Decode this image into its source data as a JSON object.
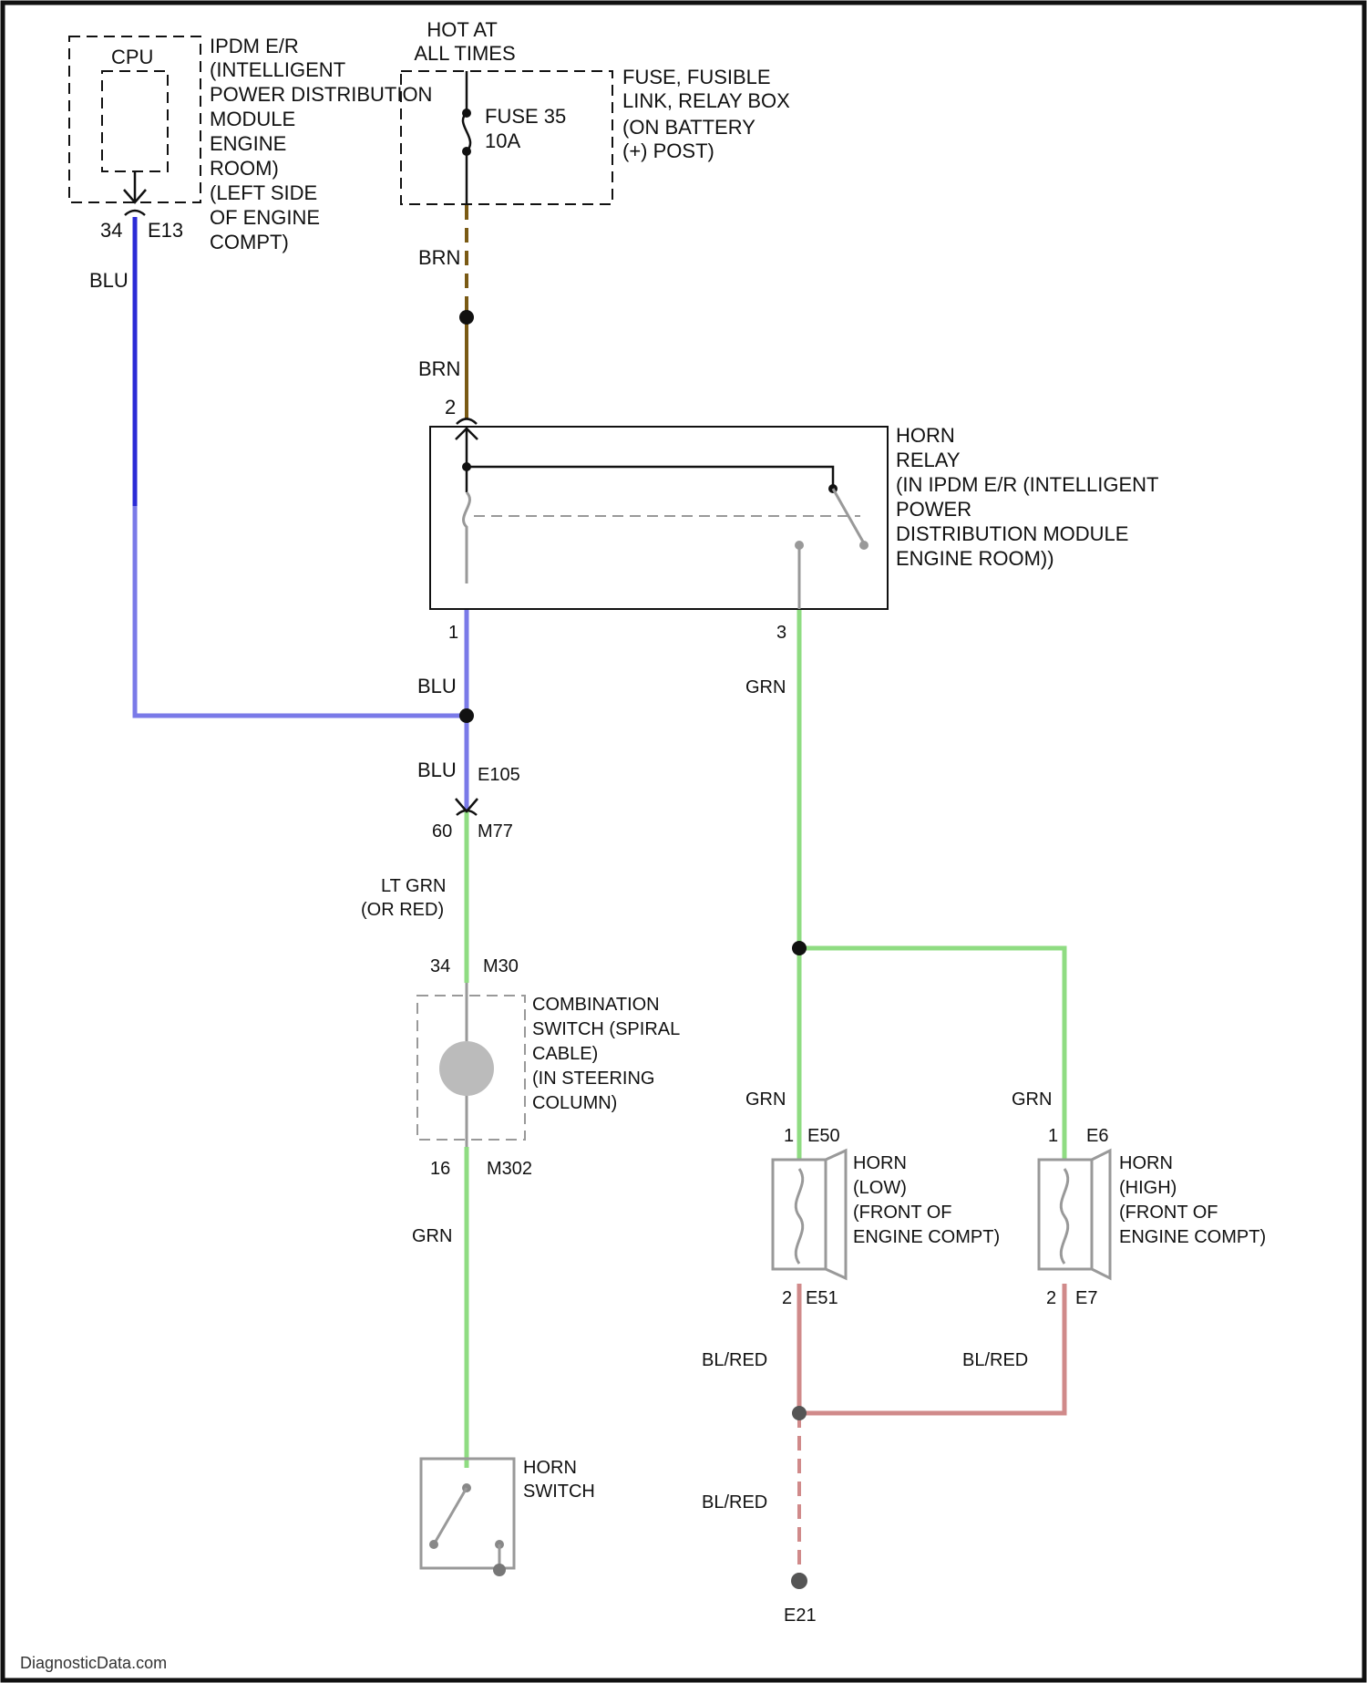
{
  "colors": {
    "blu": "#2b2bd6",
    "blu_light": "#7a7ae8",
    "brn": "#7a5a14",
    "grn": "#8fdc82",
    "red": "#d08a8a",
    "black": "#111111"
  },
  "ipdm": {
    "cpu_label": "CPU",
    "title_lines": [
      "IPDM E/R",
      "(INTELLIGENT",
      "POWER DISTRIBUTION",
      "MODULE",
      "ENGINE",
      "ROOM)",
      "(LEFT SIDE",
      "OF ENGINE",
      "COMPT)"
    ],
    "pin": "34",
    "connector": "E13"
  },
  "power": {
    "hot_lines": [
      "HOT AT",
      "ALL TIMES"
    ],
    "fuse_lines": [
      "FUSE 35",
      "10A"
    ],
    "box_lines": [
      "FUSE, FUSIBLE",
      "LINK, RELAY BOX",
      "(ON BATTERY",
      "(+) POST)"
    ]
  },
  "wires": {
    "blu_top": "BLU",
    "brn_1": "BRN",
    "brn_2": "BRN",
    "blu_mid": "BLU",
    "blu_low": "BLU",
    "grn_relay": "GRN",
    "lt_grn_lines": [
      "LT GRN",
      "(OR RED)"
    ],
    "grn_switch": "GRN",
    "grn_low": "GRN",
    "grn_high": "GRN",
    "bred_low": "BL/RED",
    "bred_high": "BL/RED",
    "bred_ground": "BL/RED"
  },
  "relay": {
    "pin_top": "2",
    "pin_left": "1",
    "pin_right": "3",
    "title_lines": [
      "HORN",
      "RELAY",
      "(IN IPDM E/R (INTELLIGENT",
      "POWER",
      "DISTRIBUTION MODULE",
      "ENGINE ROOM))"
    ]
  },
  "connectors": {
    "e105_pin": "",
    "e105": "E105",
    "m77_pin": "60",
    "m77": "M77",
    "m30_pin": "34",
    "m30": "M30",
    "m302_pin": "16",
    "m302": "M302"
  },
  "combination_switch": {
    "title_lines": [
      "COMBINATION",
      "SWITCH (SPIRAL",
      "CABLE)",
      "(IN STEERING",
      "COLUMN)"
    ]
  },
  "horn_low": {
    "pin_top": "1",
    "connector_top": "E50",
    "pin_bottom": "2",
    "connector_bottom": "E51",
    "title_lines": [
      "HORN",
      "(LOW)",
      "(FRONT OF",
      "ENGINE COMPT)"
    ]
  },
  "horn_high": {
    "pin_top": "1",
    "connector_top": "E6",
    "pin_bottom": "2",
    "connector_bottom": "E7",
    "title_lines": [
      "HORN",
      "(HIGH)",
      "(FRONT OF",
      "ENGINE COMPT)"
    ]
  },
  "horn_switch": {
    "title_lines": [
      "HORN",
      "SWITCH"
    ]
  },
  "ground": {
    "label": "E21"
  },
  "watermark": "DiagnosticData.com"
}
